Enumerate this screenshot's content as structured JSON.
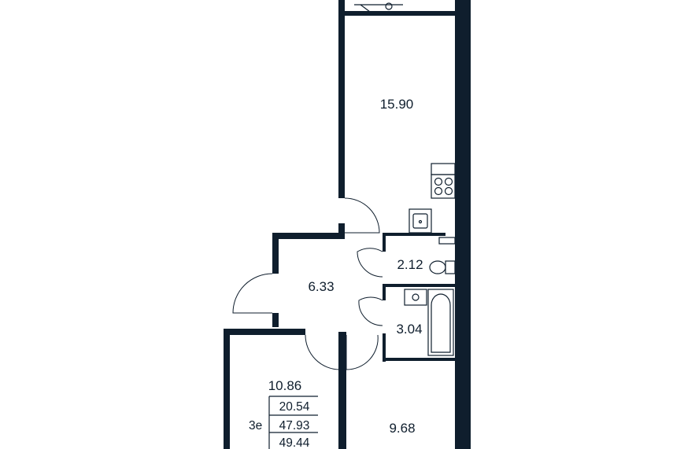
{
  "colors": {
    "wall": "#0f1e2d",
    "background": "#ffffff"
  },
  "rooms": {
    "kitchen_living": "15.90",
    "hall": "6.33",
    "toilet": "2.12",
    "bathroom": "3.04",
    "room_left": "10.86",
    "room_right": "9.68"
  },
  "summary": {
    "tag": "3e",
    "living_area": "20.54",
    "total_area": "47.93",
    "total_with_balcony": "49.44"
  },
  "fixtures": [
    "stove-icon",
    "kitchen-sink-icon",
    "toilet-icon",
    "washbasin-icon",
    "bathtub-icon",
    "balcony-door-icon"
  ]
}
